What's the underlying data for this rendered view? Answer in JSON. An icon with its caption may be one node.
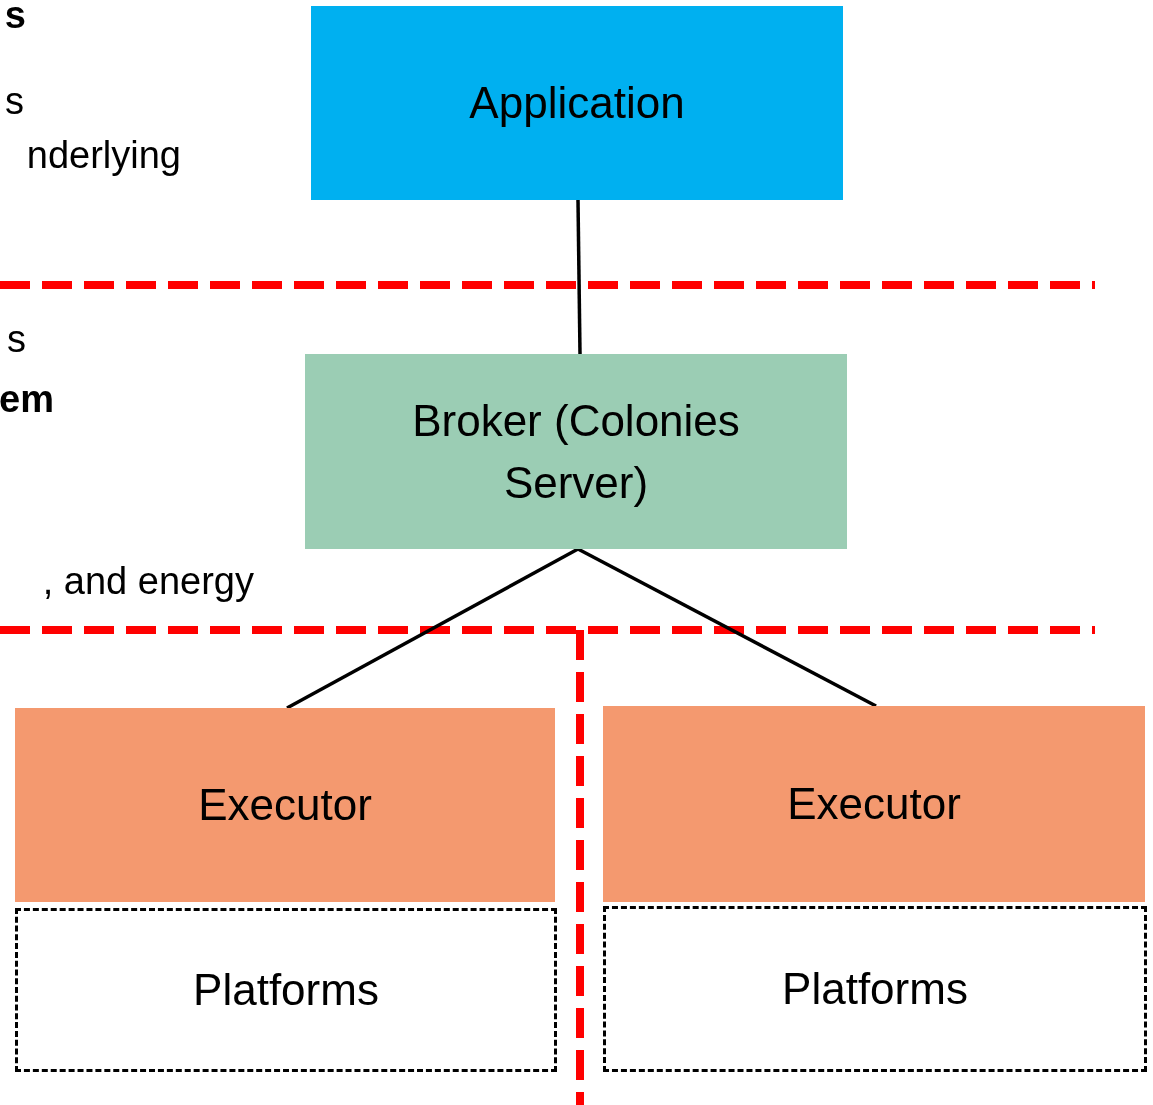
{
  "diagram": {
    "nodes": [
      {
        "text": [
          "Application"
        ]
      },
      {
        "text": [
          "Broker (Colonies Server)"
        ]
      },
      {
        "text": [
          "Executor"
        ]
      },
      {
        "text": [
          "Executor"
        ]
      },
      {
        "text": [
          "Platforms"
        ]
      },
      {
        "text": [
          "Platforms"
        ]
      }
    ],
    "edges": [
      {
        "from": 0,
        "to": 1,
        "arrow": "none"
      },
      {
        "from": 1,
        "to": 2,
        "arrow": "none"
      },
      {
        "from": 1,
        "to": 3,
        "arrow": "none"
      }
    ],
    "labels": [
      "s",
      "s",
      "nderlying",
      "s",
      "em",
      ", and energy"
    ]
  }
}
